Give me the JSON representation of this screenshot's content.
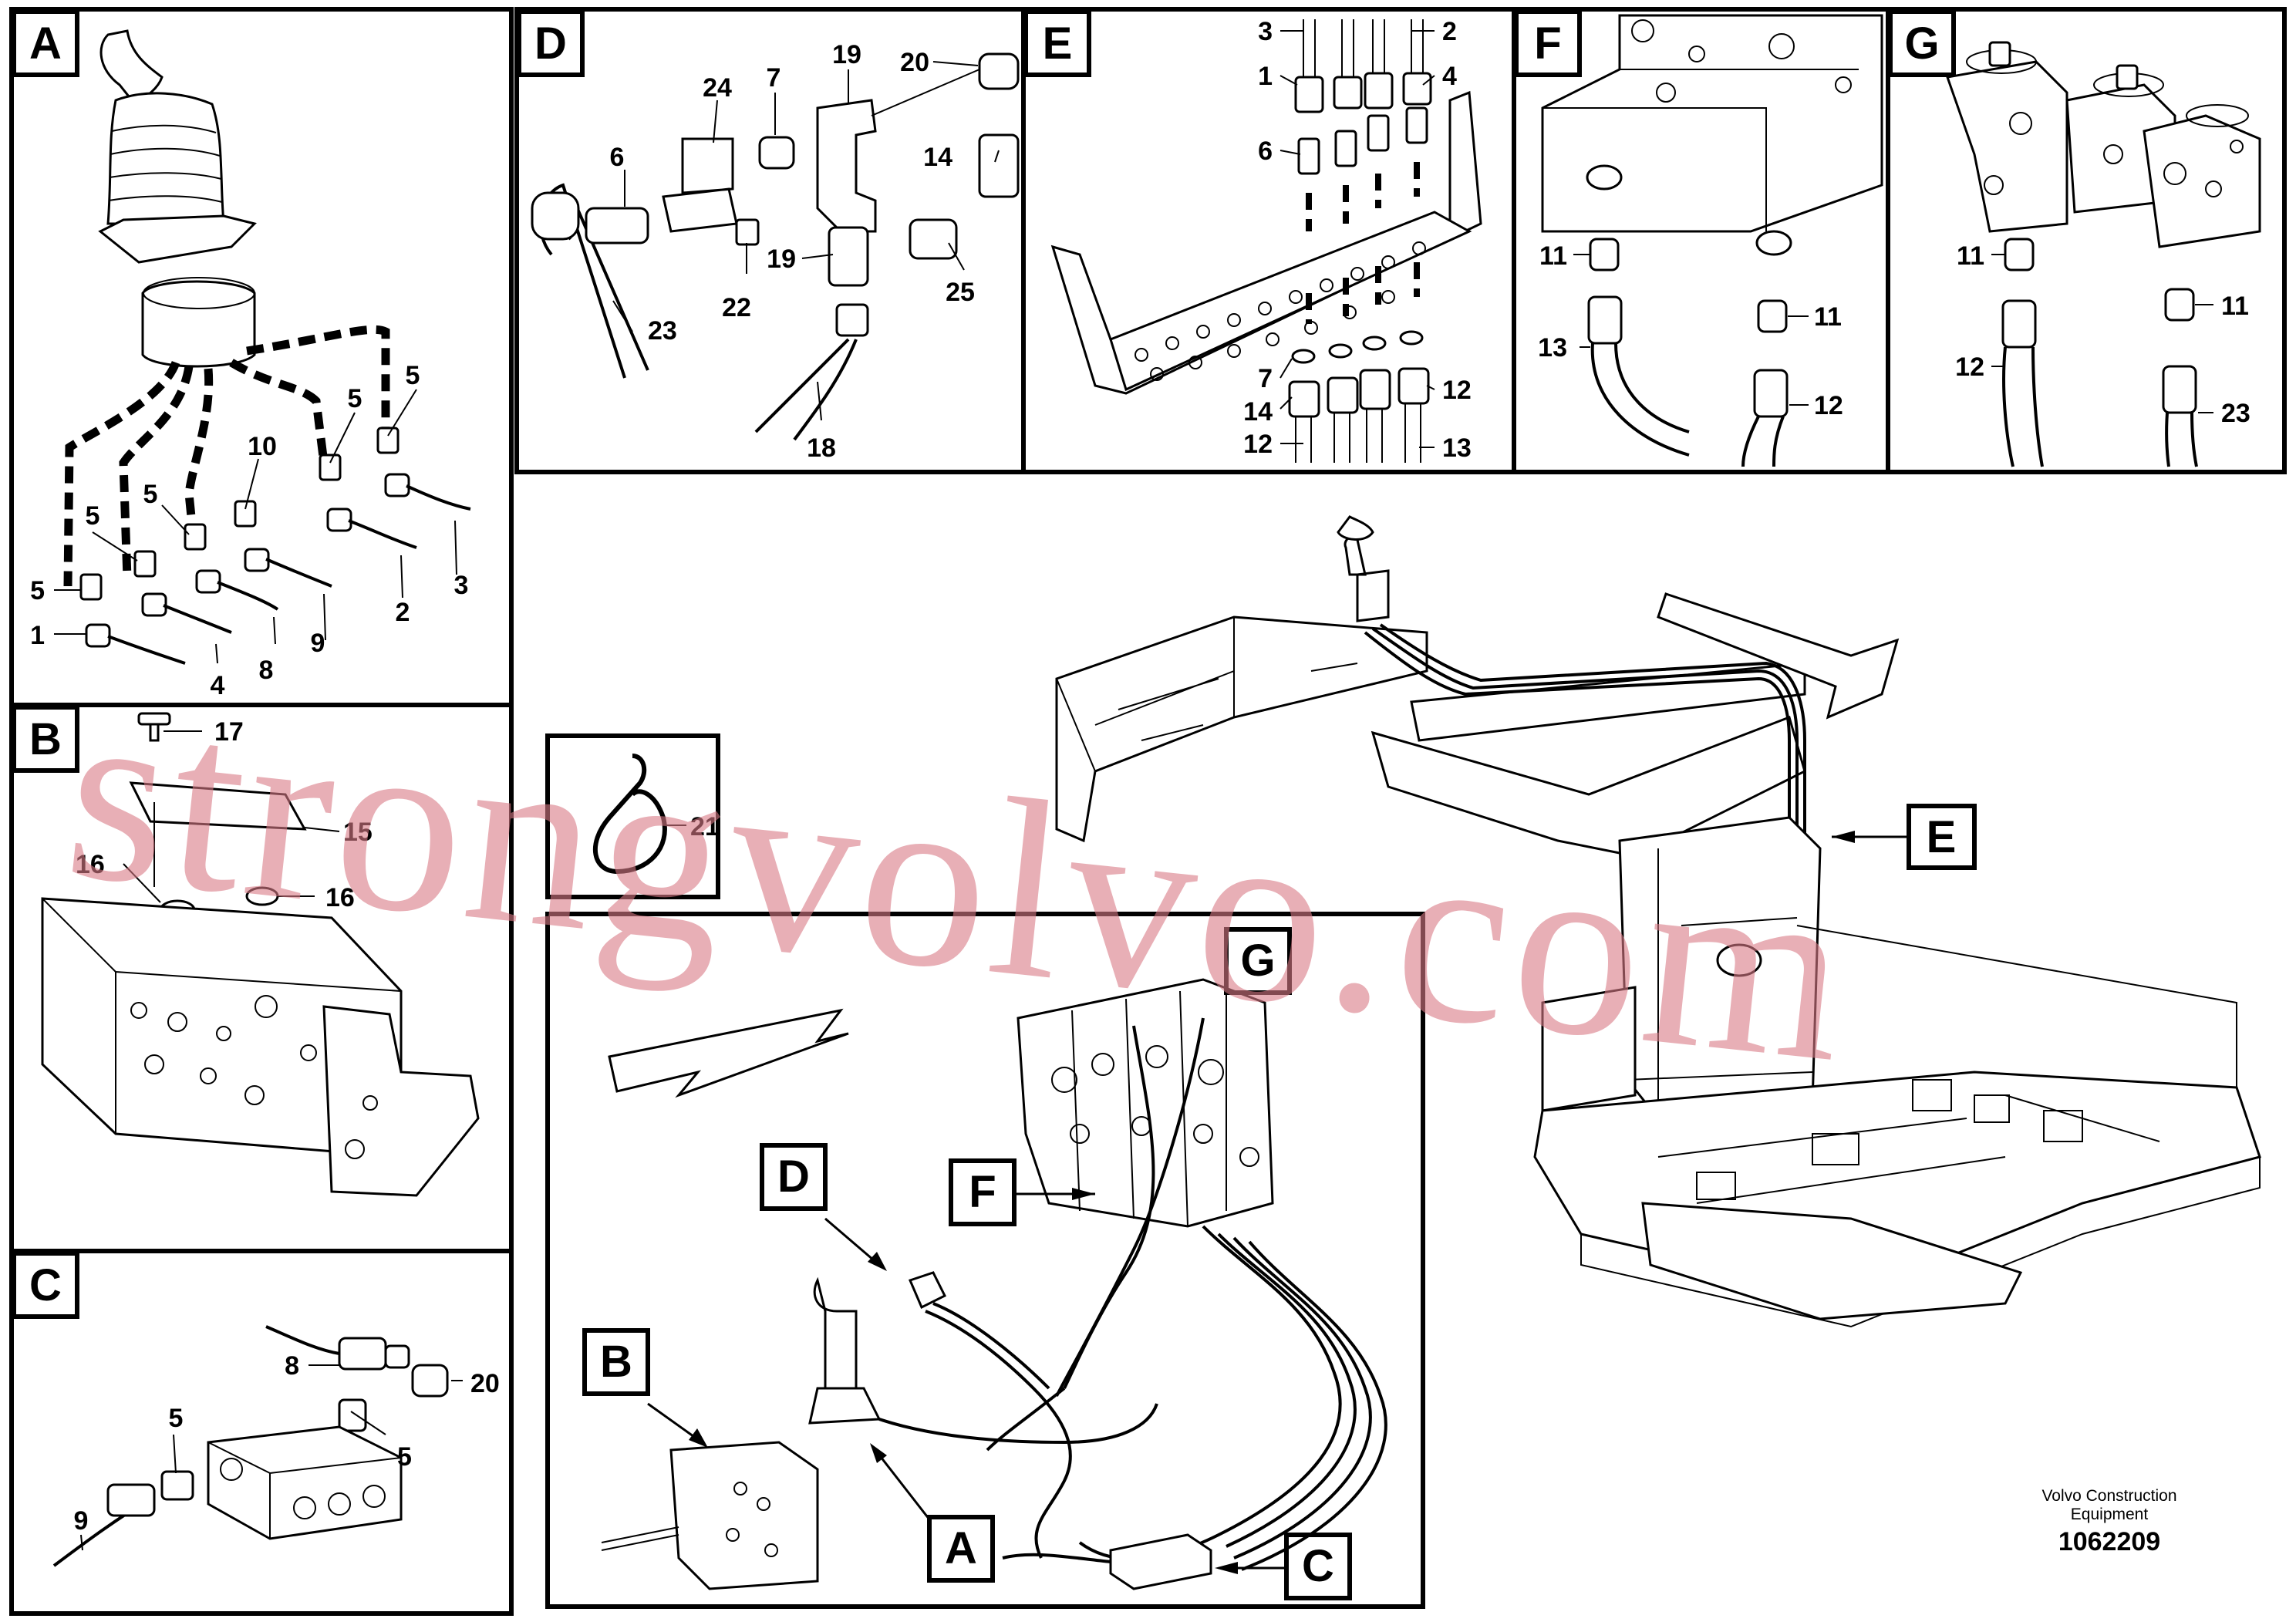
{
  "callouts": {
    "A": "A",
    "B": "B",
    "C": "C",
    "D": "D",
    "E": "E",
    "F": "F",
    "G": "G"
  },
  "numbers": {
    "n1": "1",
    "n2": "2",
    "n3": "3",
    "n4": "4",
    "n5": "5",
    "n6": "6",
    "n7": "7",
    "n8": "8",
    "n9": "9",
    "n10": "10",
    "n11": "11",
    "n12": "12",
    "n13": "13",
    "n14": "14",
    "n15": "15",
    "n16": "16",
    "n17": "17",
    "n18": "18",
    "n19": "19",
    "n20": "20",
    "n21": "21",
    "n22": "22",
    "n23": "23",
    "n24": "24",
    "n25": "25"
  },
  "footer": {
    "brand_line1": "Volvo Construction",
    "brand_line2": "Equipment",
    "doc_number": "1062209"
  },
  "watermark": "strongvolvo.com"
}
